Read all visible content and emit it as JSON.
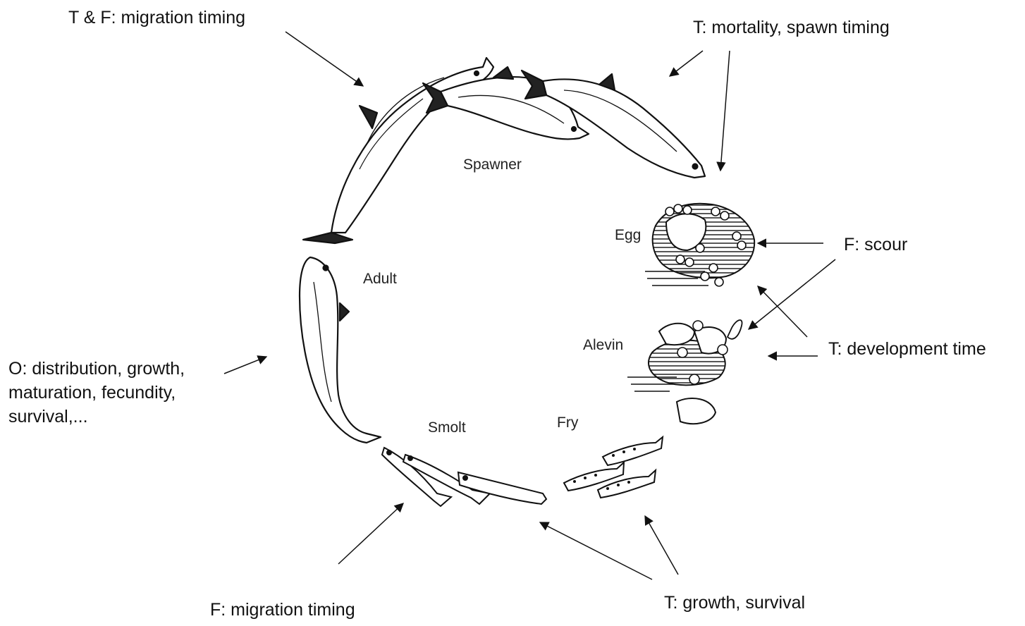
{
  "stages": {
    "spawner": "Spawner",
    "egg": "Egg",
    "alevin": "Alevin",
    "fry": "Fry",
    "smolt": "Smolt",
    "adult": "Adult"
  },
  "annotations": {
    "migration_top": "T & F: migration timing",
    "mortality": "T: mortality, spawn timing",
    "scour": "F: scour",
    "development": "T: development time",
    "ocean_line1": "O: distribution, growth,",
    "ocean_line2": "maturation, fecundity,",
    "ocean_line3": "survival,...",
    "migration_bottom": "F: migration timing",
    "growth": "T: growth, survival"
  },
  "colors": {
    "ink": "#111111",
    "line": "#222222",
    "gravel": "#1a1a1a",
    "paper": "#ffffff"
  }
}
